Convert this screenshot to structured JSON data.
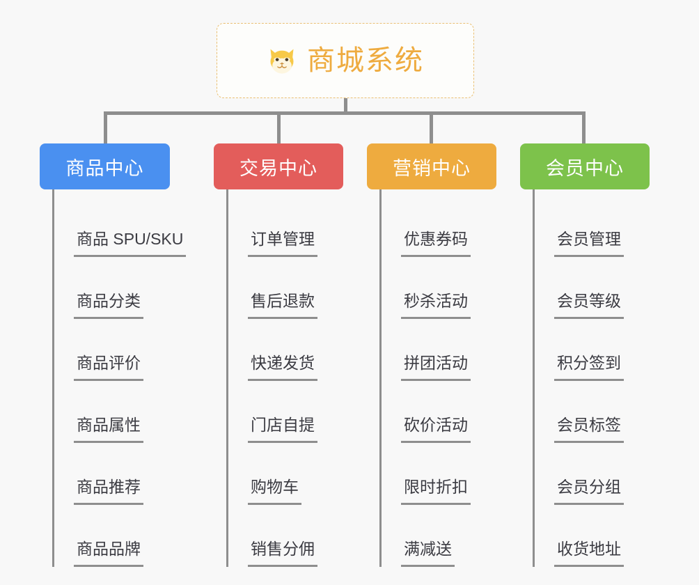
{
  "canvas": {
    "background": "#f8f8f8",
    "connector_color": "#8e8e8e"
  },
  "root": {
    "title": "商城系统",
    "icon": "shiba-dog-face-emoji",
    "text_color": "#eeab3f",
    "border_color": "#eabf72",
    "border_style": "dashed"
  },
  "columns": [
    {
      "category": "商品中心",
      "color": "#4a90f0",
      "items": [
        "商品 SPU/SKU",
        "商品分类",
        "商品评价",
        "商品属性",
        "商品推荐",
        "商品品牌"
      ]
    },
    {
      "category": "交易中心",
      "color": "#e35d5b",
      "items": [
        "订单管理",
        "售后退款",
        "快递发货",
        "门店自提",
        "购物车",
        "销售分佣"
      ]
    },
    {
      "category": "营销中心",
      "color": "#eeab3f",
      "items": [
        "优惠券码",
        "秒杀活动",
        "拼团活动",
        "砍价活动",
        "限时折扣",
        "满减送"
      ]
    },
    {
      "category": "会员中心",
      "color": "#7dc24b",
      "items": [
        "会员管理",
        "会员等级",
        "积分签到",
        "会员标签",
        "会员分组",
        "收货地址"
      ]
    }
  ]
}
